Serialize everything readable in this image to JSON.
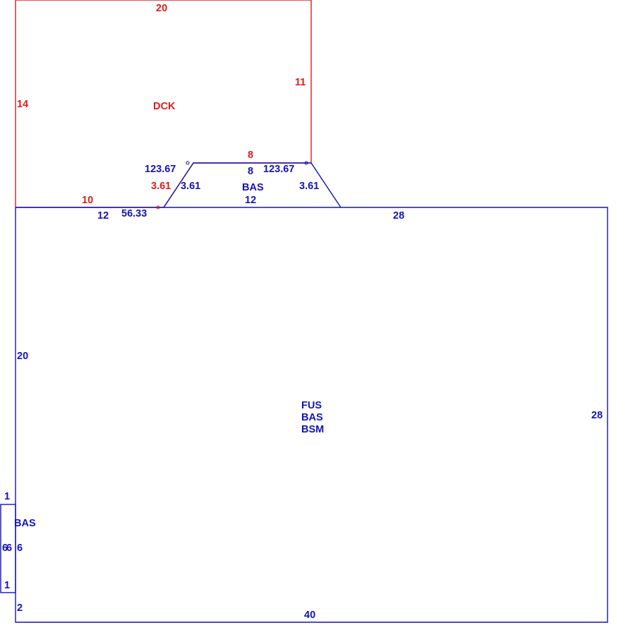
{
  "colors": {
    "deck": "#e01b1b",
    "building": "#1414b4"
  },
  "deck": {
    "area_code": "DCK",
    "dim_top": "20",
    "dim_right": "11",
    "dim_left": "14",
    "dim_bottom": "10",
    "dim_inner_top": "8",
    "dim_diagonal": "3.61"
  },
  "bay": {
    "area_code": "BAS",
    "dim_top": "8",
    "dim_bottom": "12",
    "dim_left_diagonal": "3.61",
    "dim_right_diagonal": "3.61",
    "angle_left": "123.67",
    "angle_right": "123.67",
    "angle_bottom": "56.33"
  },
  "main": {
    "area_codes": [
      "FUS",
      "BAS",
      "BSM"
    ],
    "dim_top_left": "12",
    "dim_top_right": "28",
    "dim_left": "20",
    "dim_right": "28",
    "dim_bottom": "40",
    "dim_lower_left": "2"
  },
  "small": {
    "area_code": "BAS",
    "dim_top": "1",
    "dim_bottom": "1",
    "dim_left": "6",
    "dim_right": "6",
    "dim_outer": "6"
  }
}
